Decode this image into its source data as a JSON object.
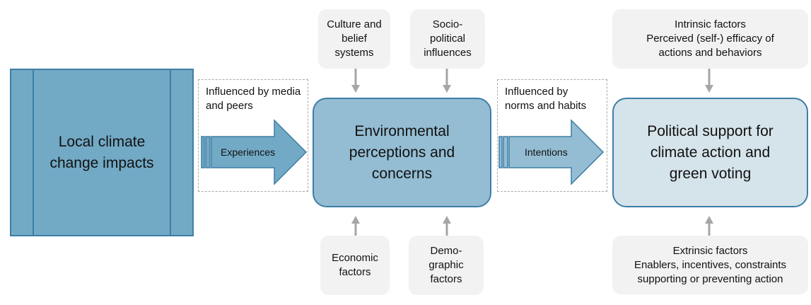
{
  "diagram": {
    "source": {
      "label": "Local climate change impacts"
    },
    "link1": {
      "note": "Influenced by media and peers",
      "arrow_label": "Experiences"
    },
    "center": {
      "label": "Environmental perceptions and concerns"
    },
    "center_top": [
      {
        "label": "Culture and belief systems"
      },
      {
        "label": "Socio-political influences"
      }
    ],
    "center_bottom": [
      {
        "label": "Economic factors"
      },
      {
        "label": "Demo-graphic factors"
      }
    ],
    "link2": {
      "note": "Influenced by norms and habits",
      "arrow_label": "Intentions"
    },
    "target": {
      "label": "Political support for climate action and green voting"
    },
    "target_top": {
      "title": "Intrinsic factors",
      "text": "Perceived (self-) efficacy of actions and behaviors"
    },
    "target_bottom": {
      "title": "Extrinsic factors",
      "text": "Enablers, incentives, constraints supporting or preventing action"
    },
    "colors": {
      "source": "#72a9c5",
      "center": "#94bdd3",
      "target": "#d5e3ea",
      "border": "#3d7ea6",
      "factor_box": "#f2f2f2",
      "connector": "#a6a6a6"
    }
  }
}
